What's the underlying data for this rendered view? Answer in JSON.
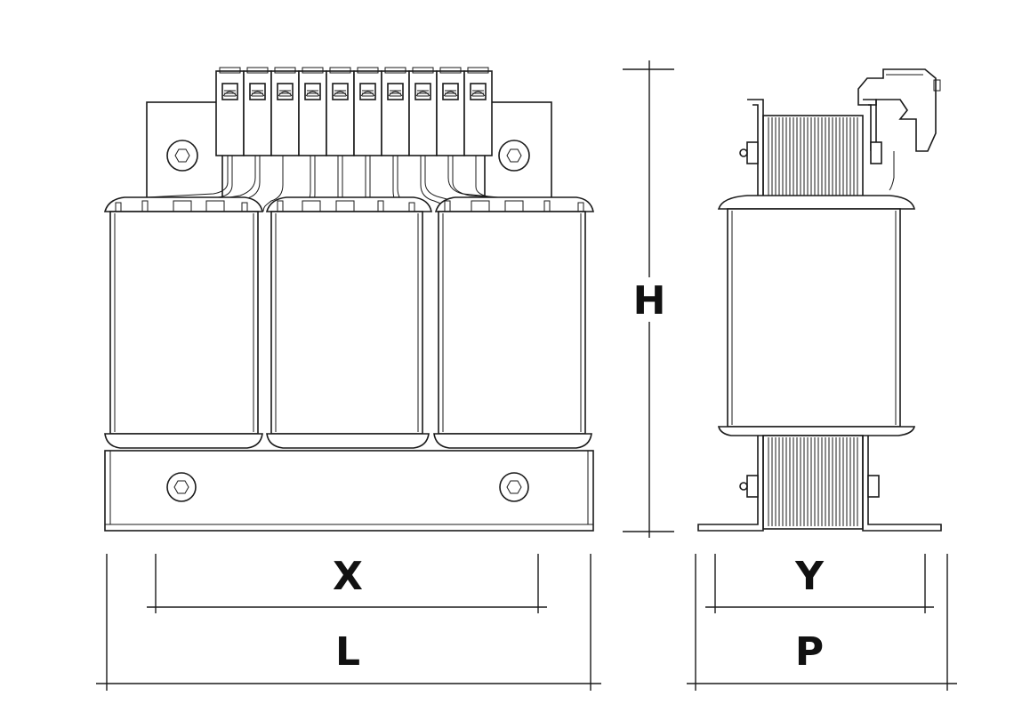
{
  "dimension_labels": {
    "height": "H",
    "x": "X",
    "length": "L",
    "y": "Y",
    "depth": "P"
  },
  "terminal_count": 10,
  "colors": {
    "line": "#1a1a1a",
    "background": "#ffffff"
  }
}
